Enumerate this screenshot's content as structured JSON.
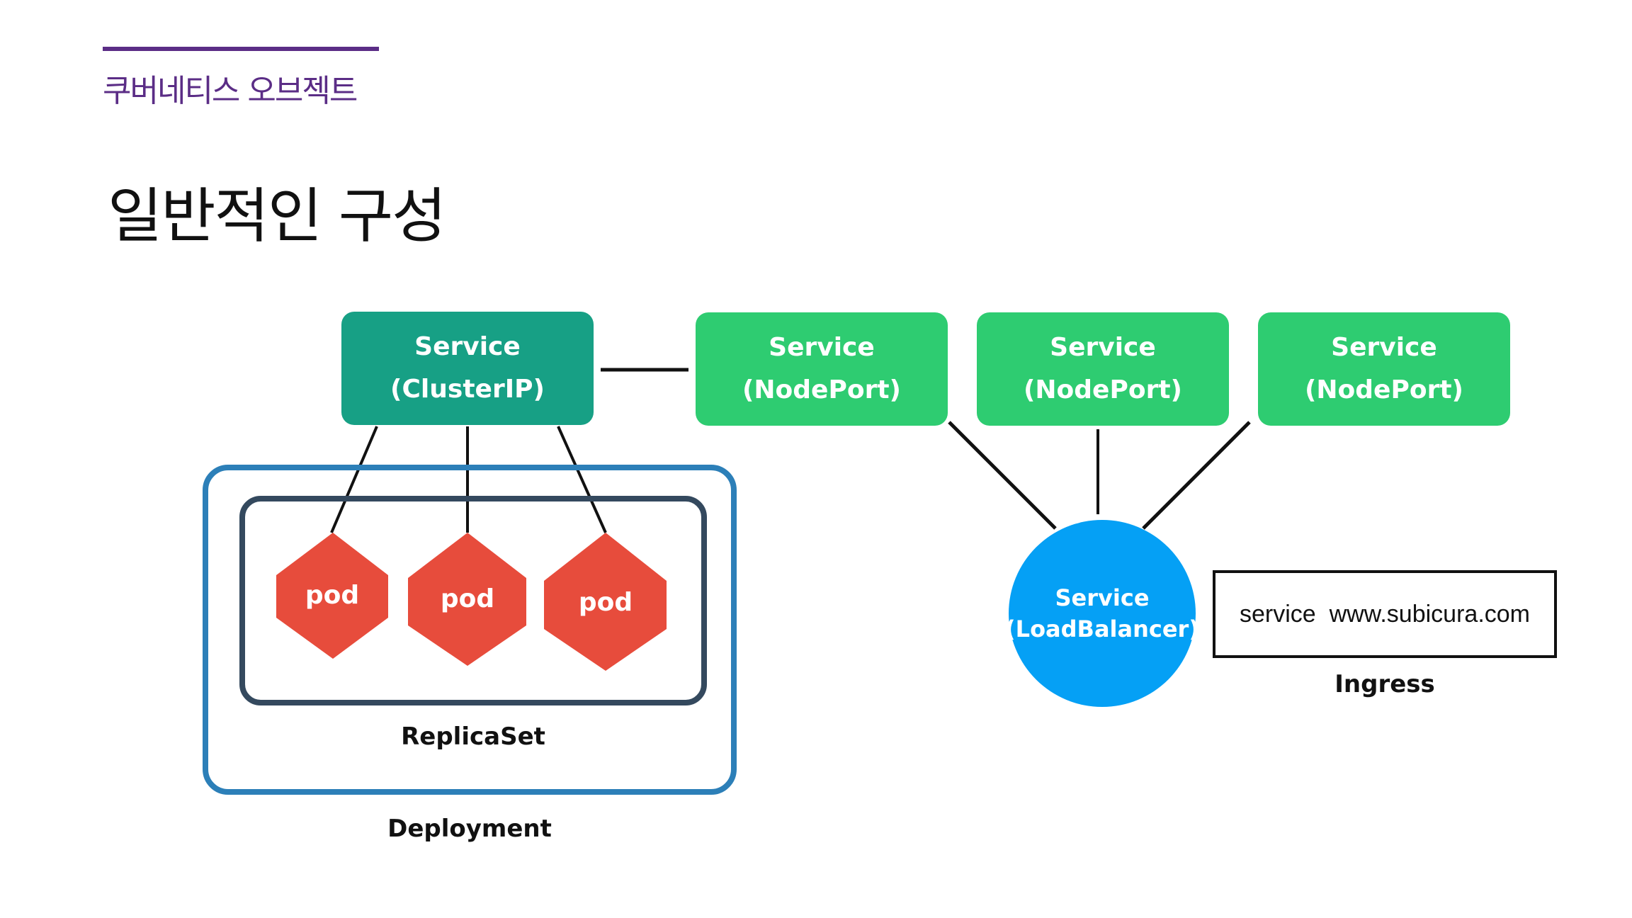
{
  "header": {
    "section_title": "쿠버네티스 오브젝트",
    "page_title": "일반적인 구성",
    "accent_color": "#5b2d86"
  },
  "diagram": {
    "cluster_ip_service": {
      "line1": "Service",
      "line2": "(ClusterIP)",
      "color": "#17a085"
    },
    "nodeport_services": [
      {
        "line1": "Service",
        "line2": "(NodePort)"
      },
      {
        "line1": "Service",
        "line2": "(NodePort)"
      },
      {
        "line1": "Service",
        "line2": "(NodePort)"
      }
    ],
    "nodeport_color": "#2ecc71",
    "pods": [
      {
        "label": "pod"
      },
      {
        "label": "pod"
      },
      {
        "label": "pod"
      }
    ],
    "pod_color": "#e74c3c",
    "replicaset_label": "ReplicaSet",
    "deployment_label": "Deployment",
    "loadbalancer_service": {
      "line1": "Service",
      "line2": "(LoadBalancer)",
      "color": "#05a0f5"
    },
    "ingress": {
      "content": "service  www.subicura.com",
      "label": "Ingress"
    }
  }
}
